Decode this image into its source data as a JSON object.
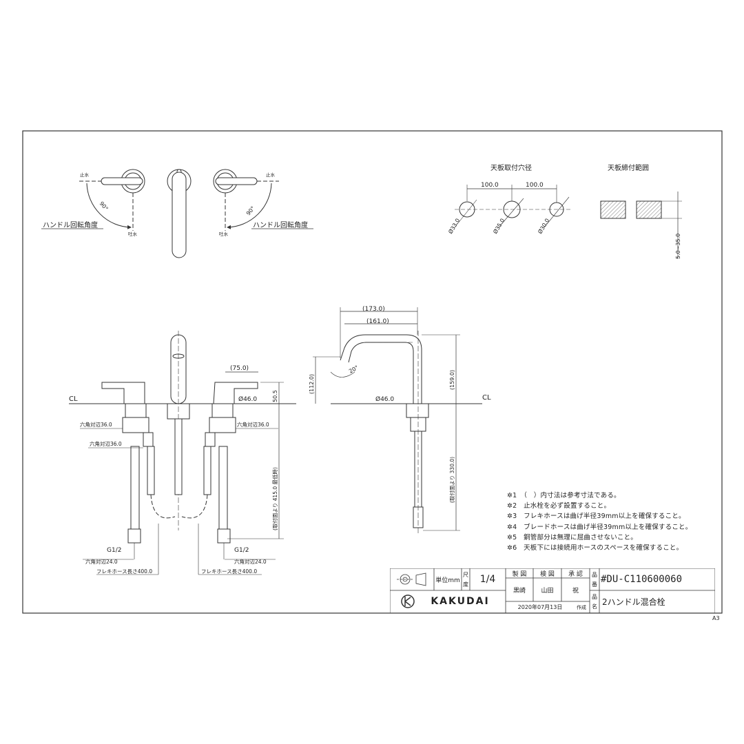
{
  "top_view": {
    "stop_label_left": "止水",
    "open_label_left": "吐水",
    "stop_label_right": "止水",
    "open_label_right": "吐水",
    "angle_left": "90°",
    "angle_right": "90°",
    "rotation_label_left": "ハンドル回転角度",
    "rotation_label_right": "ハンドル回転角度"
  },
  "mount_holes": {
    "title": "天板取付穴径",
    "spacing_left": "100.0",
    "spacing_right": "100.0",
    "hole_left": "Ø33.0",
    "hole_center": "Ø35.0",
    "hole_right": "Ø30.0"
  },
  "deck_range": {
    "title": "天板締付範囲",
    "range": "5.0~35.0"
  },
  "front_view": {
    "cl": "CL",
    "handle_offset": "(75.0)",
    "base_dia": "Ø46.0",
    "height_top": "50.5",
    "hex_upper_left": "六角対辺36.0",
    "hex_upper_right": "六角対辺36.0",
    "hex_mid_left": "六角対辺36.0",
    "depth": "(取付面より 415.0 最低時)",
    "thread_left": "G1/2",
    "thread_right": "G1/2",
    "hex_lower_left": "六角対辺24.0",
    "hex_lower_right": "六角対辺24.0",
    "hose_left": "フレキホース長さ400.0",
    "hose_right": "フレキホース長さ400.0"
  },
  "side_view": {
    "reach_outer": "(173.0)",
    "reach_inner": "(161.0)",
    "spout_height": "(112.0)",
    "total_height": "(159.0)",
    "spout_angle": "20°",
    "base_dia": "Ø46.0",
    "cl": "CL",
    "depth": "(取付面より 330.0)"
  },
  "notes": [
    "✲1　（　）内寸法は参考寸法である。",
    "✲2　止水栓を必ず設置すること。",
    "✲3　フレキホースは曲げ半径39mm以上を確保すること。",
    "✲4　ブレードホースは曲げ半径39mm以上を確保すること。",
    "✲5　銅管部分は無理に屈曲させないこと。",
    "✲6　天板下には接続用ホースのスペースを確保すること。"
  ],
  "title_block": {
    "unit_label": "単位mm",
    "scale_label_1": "尺",
    "scale_label_2": "度",
    "scale_value": "1/4",
    "role_drawn": "製 図",
    "role_checked": "検 図",
    "role_approved": "承 認",
    "name_drawn": "黒崎",
    "name_checked": "山田",
    "name_approved": "祝",
    "part_no_label_1": "品",
    "part_no_label_2": "番",
    "part_no": "#DU-C110600060",
    "product_label_1": "品",
    "product_label_2": "名",
    "product_name": "2ハンドル混合栓",
    "brand": "KAKUDAI",
    "date": "2020年07月13日",
    "created": "作成"
  },
  "sheet_size": "A3"
}
